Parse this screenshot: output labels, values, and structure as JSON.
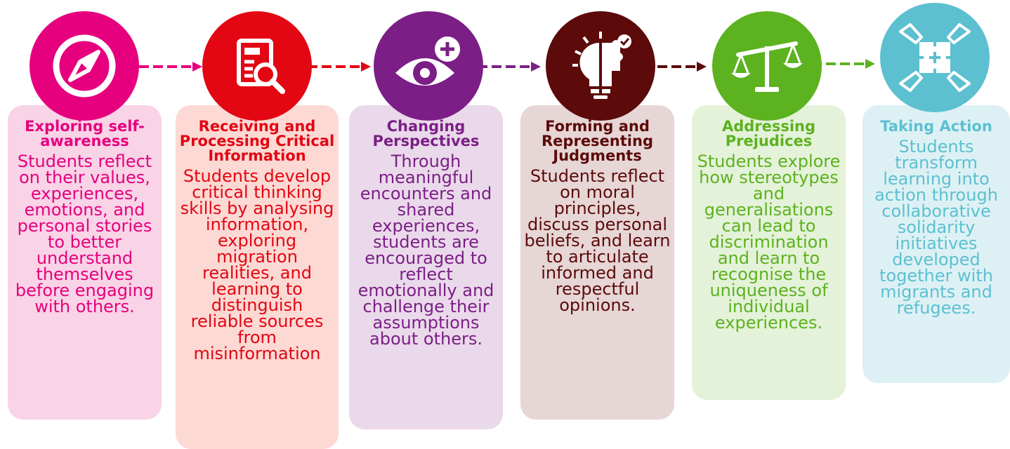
{
  "steps": [
    {
      "title": "Exploring self-awareness",
      "description": "Students reflect on their values, experiences, emotions, and personal stories to better understand themselves before engaging with others.",
      "icon": "compass-icon",
      "color": "#e6007e",
      "card_color": "#f9d3e6"
    },
    {
      "title": "Receiving and Processing Critical Information",
      "description": "Students develop critical thinking skills by analysing information, exploring migration realities, and learning to distinguish reliable sources from misinformation",
      "icon": "document-search-icon",
      "color": "#e30613",
      "card_color": "#fdd9d4"
    },
    {
      "title": "Changing Perspectives",
      "description": "Through meaningful encounters and shared experiences, students are encouraged to reflect emotionally and challenge their assumptions about others.",
      "icon": "eye-plus-icon",
      "color": "#7b1f86",
      "card_color": "#ead9ea"
    },
    {
      "title": "Forming and Representing Judgments",
      "description": "Students reflect on moral principles, discuss personal beliefs, and learn to articulate informed and respectful opinions.",
      "icon": "lightbulb-puzzle-icon",
      "color": "#5c0a0a",
      "card_color": "#e6d6d6"
    },
    {
      "title": "Addressing Prejudices",
      "description": "Students explore how stereotypes and generalisations can lead to discrimination and learn to recognise the uniqueness of individual experiences.",
      "icon": "balance-scale-icon",
      "color": "#5cb21f",
      "card_color": "#e4f2d9"
    },
    {
      "title": "Taking Action",
      "description": "Students transform learning into action through collaborative solidarity initiatives developed together with migrants and refugees.",
      "icon": "hands-puzzle-icon",
      "color": "#5cc0d0",
      "card_color": "#ddf1f5"
    }
  ]
}
